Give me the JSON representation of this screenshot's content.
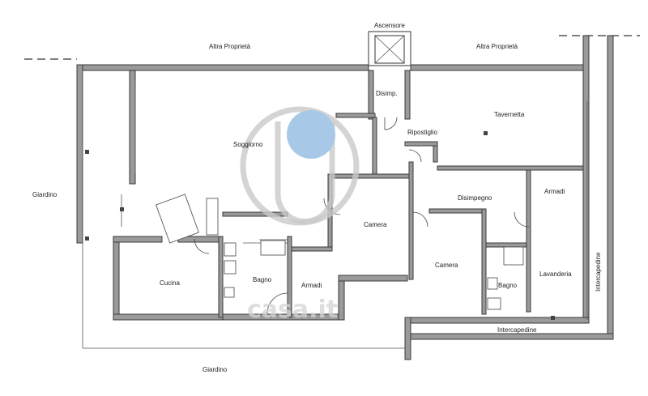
{
  "rooms": {
    "ascensore": "Ascensore",
    "altra_left": "Altra Proprietà",
    "altra_right": "Altra Proprietà",
    "disimp": "Disimp.",
    "tavernetta": "Tavernetta",
    "ripostiglio": "Ripostiglio",
    "soggiorno": "Soggiorno",
    "giardino_left": "Giardino",
    "giardino_bottom": "Giardino",
    "disimpegno": "Disimpegno",
    "armadi_right": "Armadi",
    "intercapedine_right": "Intercapedine",
    "camera_center": "Camera",
    "camera_right": "Camera",
    "cucina": "Cucina",
    "bagno_left": "Bagno",
    "armadi_left": "Armadi",
    "bagno_right": "Bagno",
    "lavanderia": "Lavanderia",
    "intercapedine_bottom": "Intercapedine"
  },
  "watermark": "casa.it",
  "colors": {
    "marker": "#a8c8e8",
    "walls": "#9a9a9a"
  }
}
